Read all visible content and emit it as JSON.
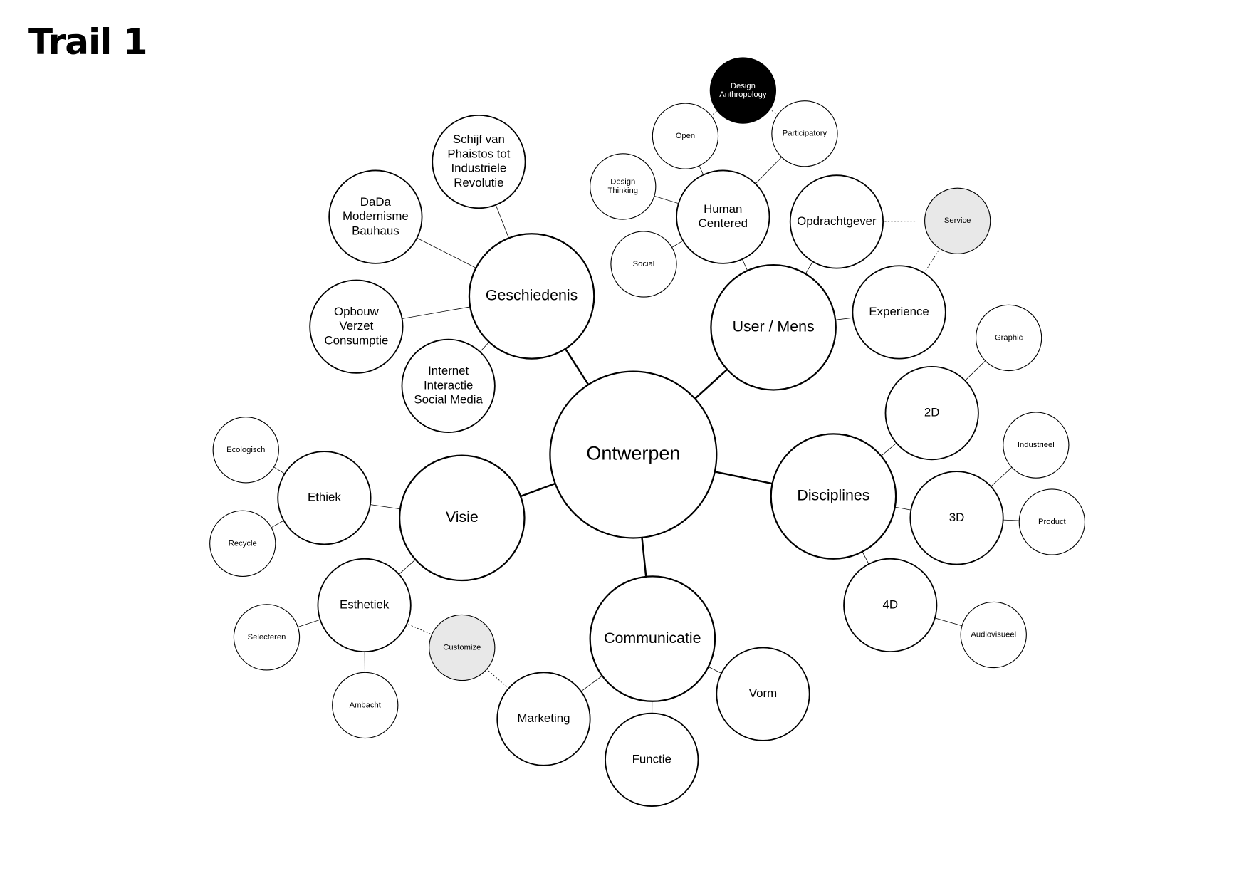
{
  "title": "Trail 1",
  "colors": {
    "stroke": "#000000",
    "fill": "#ffffff",
    "highlight_fill": "#e8e8e8",
    "active_fill": "#000000"
  },
  "nodes": {
    "ontwerpen": {
      "label": [
        "Ontwerpen"
      ],
      "level": "root"
    },
    "geschiedenis": {
      "label": [
        "Geschiedenis"
      ],
      "level": "main"
    },
    "user": {
      "label": [
        "User / Mens"
      ],
      "level": "main"
    },
    "visie": {
      "label": [
        "Visie"
      ],
      "level": "main"
    },
    "disciplines": {
      "label": [
        "Disciplines"
      ],
      "level": "main"
    },
    "communicatie": {
      "label": [
        "Communicatie"
      ],
      "level": "main"
    },
    "schijf": {
      "label": [
        "Schijf van",
        "Phaistos tot",
        "Industriele",
        "Revolutie"
      ],
      "level": "sub"
    },
    "dada": {
      "label": [
        "DaDa",
        "Modernisme",
        "Bauhaus"
      ],
      "level": "sub"
    },
    "opbouw": {
      "label": [
        "Opbouw",
        "Verzet",
        "Consumptie"
      ],
      "level": "sub"
    },
    "internet": {
      "label": [
        "Internet",
        "Interactie",
        "Social Media"
      ],
      "level": "sub"
    },
    "human": {
      "label": [
        "Human",
        "Centered"
      ],
      "level": "sub"
    },
    "opdrachtgever": {
      "label": [
        "Opdrachtgever"
      ],
      "level": "sub"
    },
    "experience": {
      "label": [
        "Experience"
      ],
      "level": "sub"
    },
    "d2": {
      "label": [
        "2D"
      ],
      "level": "sub"
    },
    "d3": {
      "label": [
        "3D"
      ],
      "level": "sub"
    },
    "d4": {
      "label": [
        "4D"
      ],
      "level": "sub"
    },
    "ethiek": {
      "label": [
        "Ethiek"
      ],
      "level": "sub"
    },
    "esthetiek": {
      "label": [
        "Esthetiek"
      ],
      "level": "sub"
    },
    "marketing": {
      "label": [
        "Marketing"
      ],
      "level": "sub"
    },
    "functie": {
      "label": [
        "Functie"
      ],
      "level": "sub"
    },
    "vorm": {
      "label": [
        "Vorm"
      ],
      "level": "sub"
    },
    "anthropology": {
      "label": [
        "Design",
        "Anthropology"
      ],
      "level": "leaf",
      "state": "active"
    },
    "open": {
      "label": [
        "Open"
      ],
      "level": "leaf"
    },
    "participatory": {
      "label": [
        "Participatory"
      ],
      "level": "leaf"
    },
    "thinking": {
      "label": [
        "Design",
        "Thinking"
      ],
      "level": "leaf"
    },
    "social": {
      "label": [
        "Social"
      ],
      "level": "leaf"
    },
    "service": {
      "label": [
        "Service"
      ],
      "level": "leaf",
      "state": "highlight"
    },
    "graphic": {
      "label": [
        "Graphic"
      ],
      "level": "leaf"
    },
    "industrieel": {
      "label": [
        "Industrieel"
      ],
      "level": "leaf"
    },
    "product": {
      "label": [
        "Product"
      ],
      "level": "leaf"
    },
    "audiovisueel": {
      "label": [
        "Audiovisueel"
      ],
      "level": "leaf"
    },
    "ecologisch": {
      "label": [
        "Ecologisch"
      ],
      "level": "leaf"
    },
    "recycle": {
      "label": [
        "Recycle"
      ],
      "level": "leaf"
    },
    "selecteren": {
      "label": [
        "Selecteren"
      ],
      "level": "leaf"
    },
    "ambacht": {
      "label": [
        "Ambacht"
      ],
      "level": "leaf"
    },
    "customize": {
      "label": [
        "Customize"
      ],
      "level": "leaf",
      "state": "highlight"
    }
  },
  "edges": [
    [
      "ontwerpen",
      "geschiedenis",
      "thick"
    ],
    [
      "ontwerpen",
      "user",
      "thick"
    ],
    [
      "ontwerpen",
      "visie",
      "thick"
    ],
    [
      "ontwerpen",
      "disciplines",
      "thick"
    ],
    [
      "ontwerpen",
      "communicatie",
      "thick"
    ],
    [
      "geschiedenis",
      "schijf",
      "thin"
    ],
    [
      "geschiedenis",
      "dada",
      "thin"
    ],
    [
      "geschiedenis",
      "opbouw",
      "thin"
    ],
    [
      "geschiedenis",
      "internet",
      "thin"
    ],
    [
      "user",
      "human",
      "thin"
    ],
    [
      "user",
      "opdrachtgever",
      "thin"
    ],
    [
      "user",
      "experience",
      "thin"
    ],
    [
      "human",
      "open",
      "thin"
    ],
    [
      "human",
      "participatory",
      "thin"
    ],
    [
      "human",
      "thinking",
      "thin"
    ],
    [
      "human",
      "social",
      "thin"
    ],
    [
      "open",
      "anthropology",
      "dotted"
    ],
    [
      "anthropology",
      "participatory",
      "dotted"
    ],
    [
      "opdrachtgever",
      "service",
      "dotted"
    ],
    [
      "service",
      "experience",
      "dotted"
    ],
    [
      "disciplines",
      "d2",
      "thin"
    ],
    [
      "disciplines",
      "d3",
      "thin"
    ],
    [
      "disciplines",
      "d4",
      "thin"
    ],
    [
      "d2",
      "graphic",
      "thin"
    ],
    [
      "d3",
      "industrieel",
      "thin"
    ],
    [
      "d3",
      "product",
      "thin"
    ],
    [
      "d4",
      "audiovisueel",
      "thin"
    ],
    [
      "visie",
      "ethiek",
      "thin"
    ],
    [
      "visie",
      "esthetiek",
      "thin"
    ],
    [
      "ethiek",
      "ecologisch",
      "thin"
    ],
    [
      "ethiek",
      "recycle",
      "thin"
    ],
    [
      "esthetiek",
      "selecteren",
      "thin"
    ],
    [
      "esthetiek",
      "ambacht",
      "thin"
    ],
    [
      "esthetiek",
      "customize",
      "dotted"
    ],
    [
      "customize",
      "marketing",
      "dotted"
    ],
    [
      "communicatie",
      "marketing",
      "thin"
    ],
    [
      "communicatie",
      "functie",
      "thin"
    ],
    [
      "communicatie",
      "vorm",
      "thin"
    ]
  ]
}
